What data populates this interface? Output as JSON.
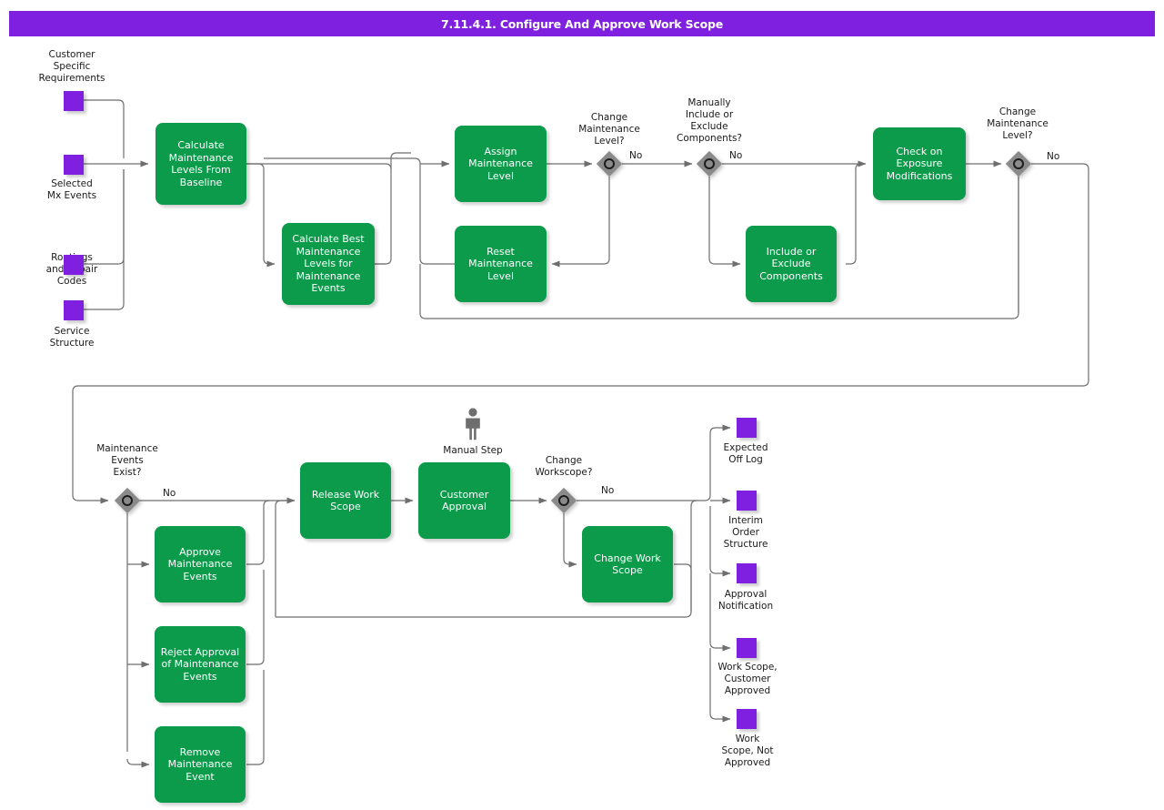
{
  "header": {
    "title": "7.11.4.1. Configure And Approve Work Scope"
  },
  "colors": {
    "banner": "#7f1fe0",
    "process": "#0b9b4b",
    "data": "#7f1fe0",
    "gateway": "#8a8a8a",
    "connector": "#6e6e6e",
    "text": "#1a1a1a",
    "process_text": "#ffffff"
  },
  "diagram": {
    "type": "flowchart",
    "inputs": [
      {
        "id": "in-customer-specific-requirements",
        "label": "Customer\nSpecific\nRequirements"
      },
      {
        "id": "in-selected-mx-events",
        "label": "Selected\nMx Events"
      },
      {
        "id": "in-routings-and-repair-codes",
        "label": "Routings\nand  Repair\nCodes"
      },
      {
        "id": "in-service-structure",
        "label": "Service\nStructure"
      }
    ],
    "processes": [
      {
        "id": "calculate-maintenance-levels-from-baseline",
        "label": "Calculate\nMaintenance\nLevels From\nBaseline"
      },
      {
        "id": "calculate-best-maintenance-levels-for-maintenance-events",
        "label": "Calculate Best\nMaintenance\nLevels for\nMaintenance\nEvents"
      },
      {
        "id": "assign-maintenance-level",
        "label": "Assign\nMaintenance\nLevel"
      },
      {
        "id": "reset-maintenance-level",
        "label": "Reset\nMaintenance\nLevel"
      },
      {
        "id": "include-or-exclude-components",
        "label": "Include or\nExclude\nComponents"
      },
      {
        "id": "check-on-exposure-modifications",
        "label": "Check on\nExposure\nModifications"
      },
      {
        "id": "approve-maintenance-events",
        "label": "Approve\nMaintenance\nEvents"
      },
      {
        "id": "reject-approval-of-maintenance-events",
        "label": "Reject Approval\nof Maintenance\nEvents"
      },
      {
        "id": "remove-maintenance-event",
        "label": "Remove\nMaintenance\nEvent"
      },
      {
        "id": "release-work-scope",
        "label": "Release Work\nScope"
      },
      {
        "id": "customer-approval",
        "label": "Customer\nApproval"
      },
      {
        "id": "change-work-scope",
        "label": "Change Work\nScope"
      }
    ],
    "gateways": [
      {
        "id": "gw-change-maintenance-level-1",
        "label": "Change\nMaintenance\nLevel?",
        "edge_label": "No"
      },
      {
        "id": "gw-manually-include-or-exclude-components",
        "label": "Manually\nInclude or\nExclude\nComponents?",
        "edge_label": "No"
      },
      {
        "id": "gw-change-maintenance-level-2",
        "label": "Change\nMaintenance\nLevel?",
        "edge_label": "No"
      },
      {
        "id": "gw-maintenance-events-exist",
        "label": "Maintenance\nEvents\nExist?",
        "edge_label": "No"
      },
      {
        "id": "gw-change-workscope",
        "label": "Change\nWorkscope?",
        "edge_label": "No"
      }
    ],
    "manual_step": {
      "id": "manual-step",
      "label": "Manual Step"
    },
    "outputs": [
      {
        "id": "out-expected-off-log",
        "label": "Expected\nOff Log"
      },
      {
        "id": "out-interim-order-structure",
        "label": "Interim\nOrder\nStructure"
      },
      {
        "id": "out-approval-notification",
        "label": "Approval\nNotification"
      },
      {
        "id": "out-work-scope-customer-approved",
        "label": "Work Scope,\nCustomer\nApproved"
      },
      {
        "id": "out-work-scope-not-approved",
        "label": "Work\nScope, Not\nApproved"
      }
    ]
  }
}
